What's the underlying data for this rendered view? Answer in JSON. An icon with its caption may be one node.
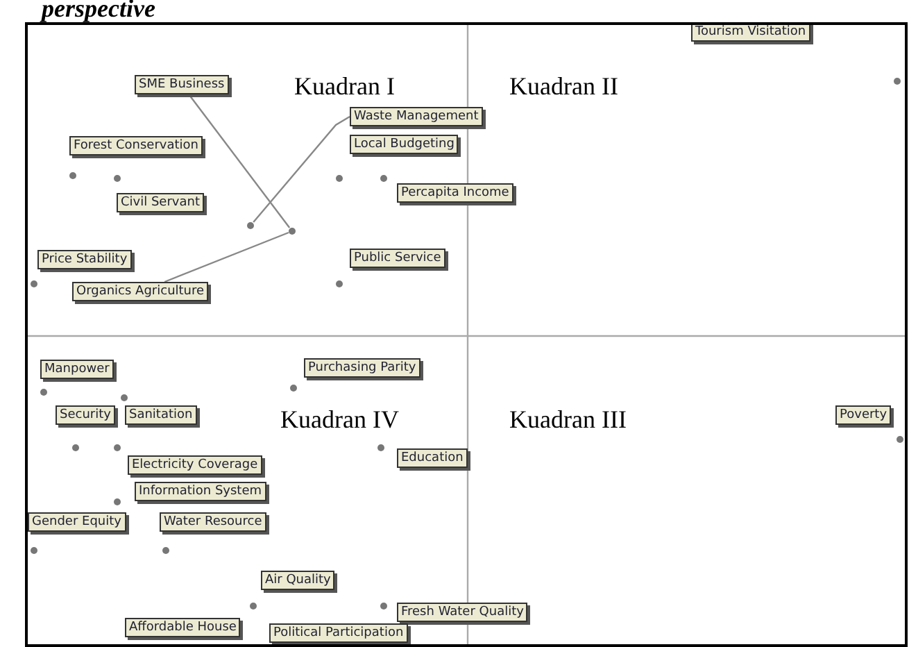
{
  "diagram": {
    "title": "perspective",
    "nodes": [
      {
        "text": [
          "Tourism Visitation"
        ]
      },
      {
        "text": [
          "SME Business"
        ]
      },
      {
        "text": [
          "Waste Management"
        ]
      },
      {
        "text": [
          "Forest Conservation"
        ]
      },
      {
        "text": [
          "Local Budgeting"
        ]
      },
      {
        "text": [
          "Percapita Income"
        ]
      },
      {
        "text": [
          "Civil Servant"
        ]
      },
      {
        "text": [],
        "shape": "circle"
      },
      {
        "text": [],
        "shape": "circle"
      },
      {
        "text": [
          "Price Stability"
        ]
      },
      {
        "text": [
          "Public Service"
        ]
      },
      {
        "text": [
          "Organics Agriculture"
        ]
      },
      {
        "text": [
          "Manpower"
        ]
      },
      {
        "text": [
          "Purchasing Parity"
        ]
      },
      {
        "text": [
          "Security"
        ]
      },
      {
        "text": [
          "Sanitation"
        ]
      },
      {
        "text": [
          "Poverty"
        ]
      },
      {
        "text": [
          "Electricity Coverage"
        ]
      },
      {
        "text": [
          "Education"
        ]
      },
      {
        "text": [
          "Information System"
        ]
      },
      {
        "text": [
          "Gender Equity"
        ]
      },
      {
        "text": [
          "Water Resource"
        ]
      },
      {
        "text": [
          "Air Quality"
        ]
      },
      {
        "text": [
          "Fresh Water Quality"
        ]
      },
      {
        "text": [
          "Affordable House"
        ]
      },
      {
        "text": [
          "Political Participation"
        ]
      }
    ],
    "edges": [
      {
        "from": 1,
        "to": 8,
        "arrow": "none"
      },
      {
        "from": 2,
        "to": 7,
        "arrow": "none"
      },
      {
        "from": 11,
        "to": 8,
        "arrow": "none"
      }
    ],
    "labels": [
      "Kuadran I",
      "Kuadran II",
      "Kuadran IV",
      "Kuadran III"
    ]
  }
}
